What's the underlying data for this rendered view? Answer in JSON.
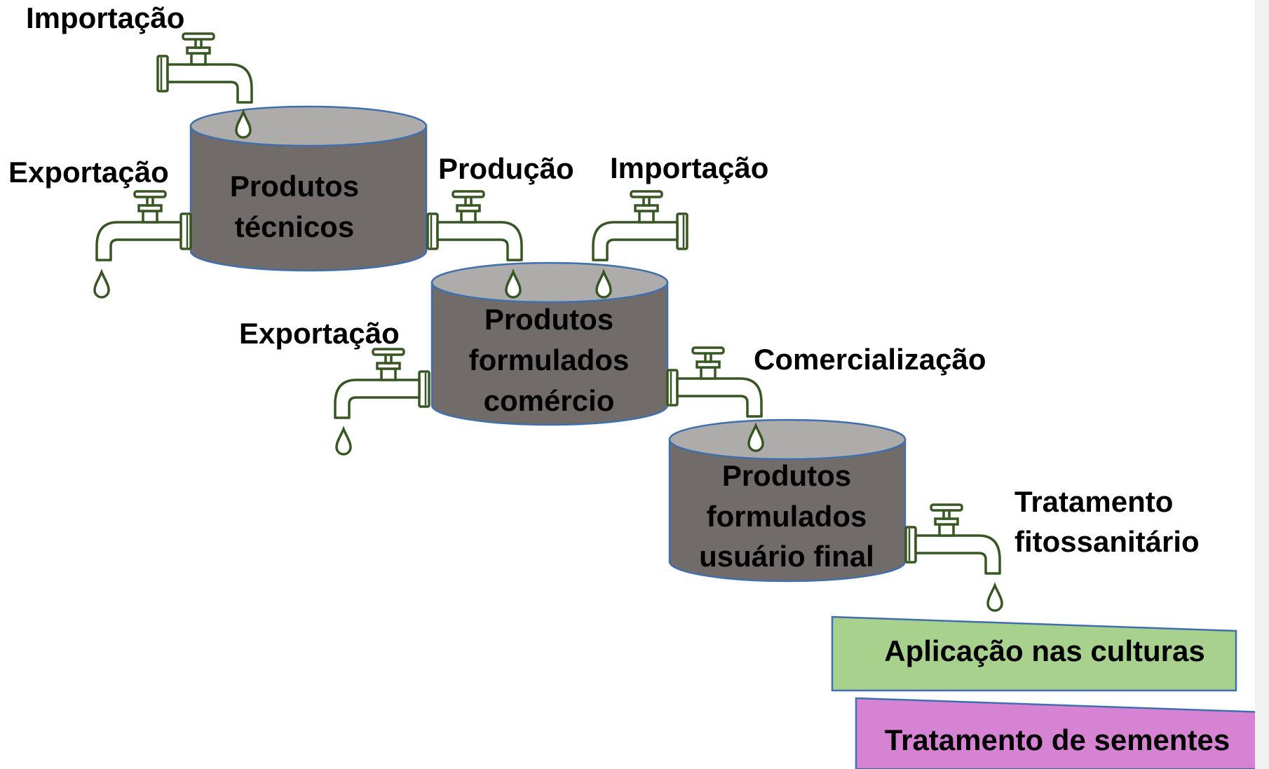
{
  "colors": {
    "outline": "#375623",
    "tank_body": "#716c6a",
    "tank_top": "#aeabab",
    "tank_rim": "#3f6fad",
    "field_green": "#a9d18e",
    "field_purple": "#d683d3"
  },
  "tanks": {
    "tecnicos": {
      "line1": "Produtos",
      "line2": "técnicos"
    },
    "comercio": {
      "line1": "Produtos",
      "line2": "formulados",
      "line3": "comércio"
    },
    "usuario": {
      "line1": "Produtos",
      "line2": "formulados",
      "line3": "usuário final"
    }
  },
  "flows": {
    "importacao_1": "Importação",
    "exportacao_1": "Exportação",
    "producao": "Produção",
    "importacao_2": "Importação",
    "exportacao_2": "Exportação",
    "comercializacao": "Comercialização",
    "tratamento_line1": "Tratamento",
    "tratamento_line2": "fitossanitário"
  },
  "destinations": {
    "aplicacao": "Aplicação nas culturas",
    "sementes": "Tratamento de sementes"
  },
  "icons": [
    "faucet-icon",
    "water-drop-icon",
    "tank-icon"
  ]
}
